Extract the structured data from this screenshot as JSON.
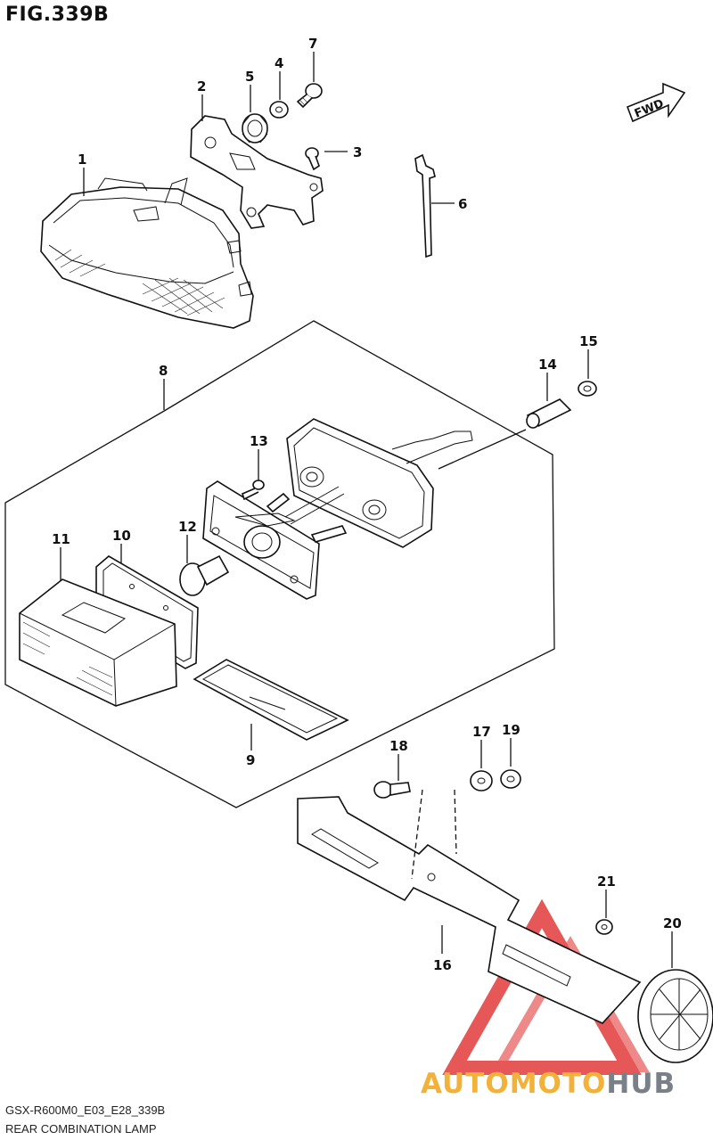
{
  "figure": {
    "title": "FIG.339B",
    "model_code": "GSX-R600M0_E03_E28_339B",
    "section_name": "REAR COMBINATION LAMP",
    "direction_badge": "FWD"
  },
  "callouts": [
    "1",
    "2",
    "3",
    "4",
    "5",
    "6",
    "7",
    "8",
    "9",
    "10",
    "11",
    "12",
    "13",
    "14",
    "15",
    "16",
    "17",
    "18",
    "19",
    "20",
    "21"
  ],
  "watermark": {
    "brand_part1": "AUTOMOTO",
    "brand_part2": "HUB",
    "color_primary": "#f2b23a",
    "color_secondary": "#7a8088",
    "logo_color": "#e23a3a"
  }
}
